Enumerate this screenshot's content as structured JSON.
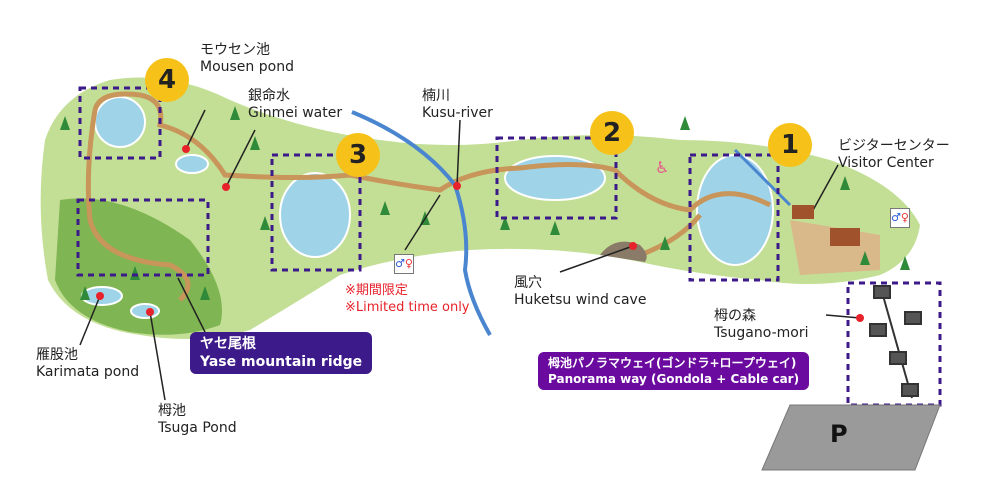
{
  "points": [
    {
      "number": "4"
    },
    {
      "number": "3"
    },
    {
      "number": "2"
    },
    {
      "number": "1"
    }
  ],
  "labels": {
    "mousen_ja": "モウセン池",
    "mousen_en": "Mousen pond",
    "ginmei_ja": "銀命水",
    "ginmei_en": "Ginmei water",
    "kusu_ja": "楠川",
    "kusu_en": "Kusu-river",
    "visitor_ja": "ビジターセンター",
    "visitor_en": "Visitor Center",
    "huketsu_ja": "風穴",
    "huketsu_en": "Huketsu wind cave",
    "tsugamori_ja": "栂の森",
    "tsugamori_en": "Tsugano-mori",
    "karimata_ja": "雁股池",
    "karimata_en": "Karimata pond",
    "tsuga_ja": "栂池",
    "tsuga_en": "Tsuga Pond"
  },
  "notice": {
    "ja": "※期間限定",
    "en": "※Limited time only"
  },
  "yase": {
    "ja": "ヤセ尾根",
    "en": "Yase mountain ridge",
    "color": "#3d1a8a"
  },
  "panorama": {
    "ja": "栂池パノラマウェイ(ゴンドラ+ロープウェイ)",
    "en": "Panorama way (Gondola + Cable car)",
    "color": "#6a0a9e"
  },
  "parking": "P",
  "colors": {
    "land": "#b9d98a",
    "river": "#4a86cf",
    "point": "#f6c21a",
    "trail": "#c8955a"
  }
}
